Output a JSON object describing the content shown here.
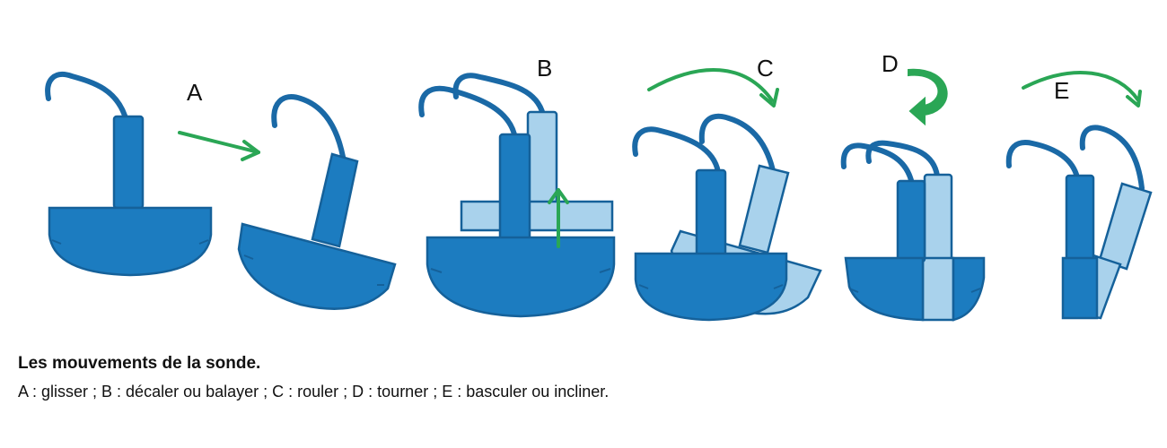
{
  "labels": {
    "a": "A",
    "b": "B",
    "c": "C",
    "d": "D",
    "e": "E"
  },
  "caption": {
    "title": "Les mouvements de la sonde.",
    "text": "A : glisser ; B : décaler ou balayer ; C : rouler ; D : tourner ; E : basculer ou incliner."
  },
  "colors": {
    "probe_dark": "#1c7cc0",
    "probe_light": "#a9d2ec",
    "outline": "#15619a",
    "arrow": "#2aa655"
  }
}
